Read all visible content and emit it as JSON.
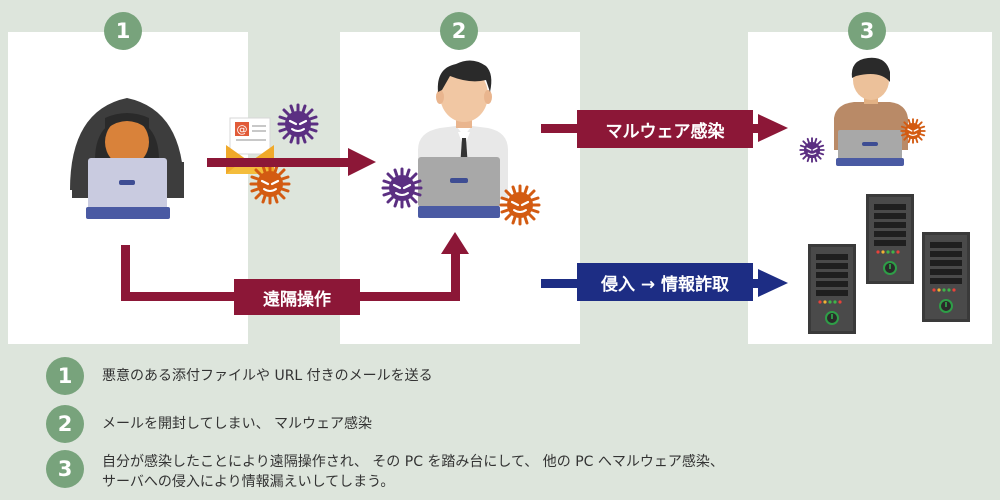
{
  "steps": {
    "n1": "1",
    "n2": "2",
    "n3": "3"
  },
  "labels": {
    "remote": "遠隔操作",
    "malware": "マルウェア感染",
    "intrusion": "侵入 → 情報詐取"
  },
  "envelope": {
    "at_symbol": "@"
  },
  "legend": [
    {
      "num": "1",
      "line1": "悪意のある添付ファイルや URL 付きのメールを送る",
      "line2": ""
    },
    {
      "num": "2",
      "line1": "メールを開封してしまい、 マルウェア感染",
      "line2": ""
    },
    {
      "num": "3",
      "line1": "自分が感染したことにより遠隔操作され、 その PC を踏み台にして、 他の PC へマルウェア感染、",
      "line2": "サーバへの侵入により情報漏えいしてしまう。"
    }
  ],
  "colors": {
    "background": "#dde5dc",
    "badge": "#78a37c",
    "red_arrow": "#8c1737",
    "blue_arrow": "#1d2d84",
    "malware_purple": "#5b2f82",
    "malware_orange": "#d35b12"
  }
}
